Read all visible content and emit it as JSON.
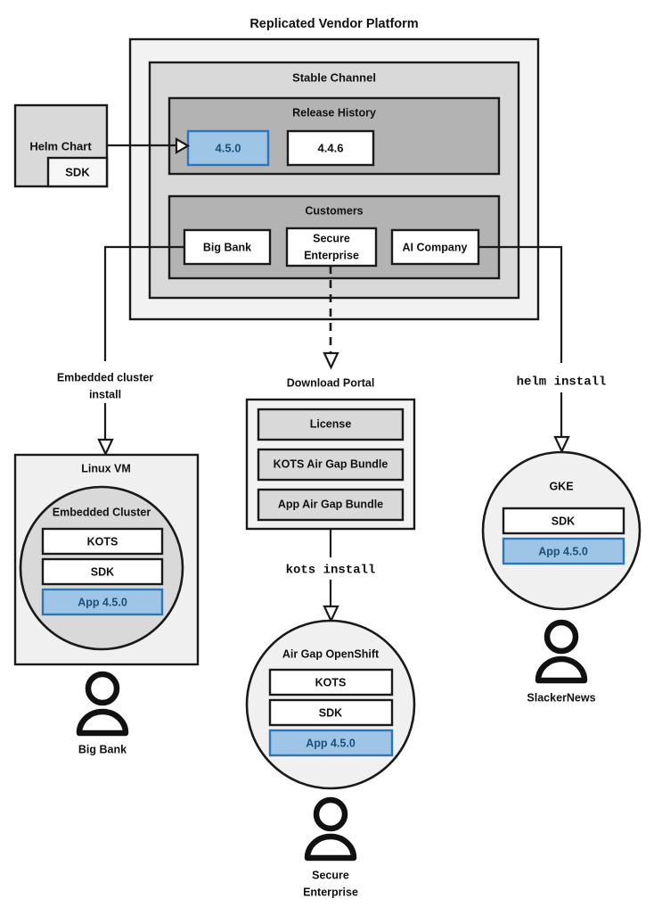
{
  "diagram": {
    "title": "Replicated Vendor Platform",
    "accent_blue_fill": "#9ec5e6",
    "accent_blue_stroke": "#2e75b6",
    "accent_blue_text": "#1b4f7a",
    "panel_level1_fill": "#f2f2f2",
    "panel_level2_fill": "#d9d9d9",
    "panel_level3_fill": "#b3b3b3",
    "stroke": "#1a1a1a"
  },
  "helm_chart": {
    "label": "Helm Chart",
    "sdk_label": "SDK"
  },
  "platform": {
    "stable_channel": {
      "label": "Stable Channel",
      "release_history": {
        "label": "Release History",
        "releases": [
          {
            "version": "4.5.0",
            "highlighted": true
          },
          {
            "version": "4.4.6",
            "highlighted": false
          }
        ]
      },
      "customers": {
        "label": "Customers",
        "items": [
          {
            "name": "Big Bank"
          },
          {
            "name": "Secure Enterprise"
          },
          {
            "name": "AI Company"
          }
        ]
      }
    }
  },
  "flows": {
    "embedded_cluster_install": "Embedded cluster\ninstall",
    "embedded_cluster_install_line1": "Embedded cluster",
    "embedded_cluster_install_line2": "install",
    "kots_install": "kots install",
    "helm_install": "helm install"
  },
  "linux_vm": {
    "label": "Linux VM",
    "cluster_label": "Embedded Cluster",
    "components": [
      {
        "label": "KOTS",
        "highlighted": false
      },
      {
        "label": "SDK",
        "highlighted": false
      },
      {
        "label": "App 4.5.0",
        "highlighted": true
      }
    ],
    "customer": "Big Bank"
  },
  "download_portal": {
    "label": "Download Portal",
    "artifacts": [
      {
        "label": "License"
      },
      {
        "label": "KOTS Air Gap Bundle"
      },
      {
        "label": "App Air Gap Bundle"
      }
    ]
  },
  "airgap_openshift": {
    "label": "Air Gap OpenShift",
    "components": [
      {
        "label": "KOTS",
        "highlighted": false
      },
      {
        "label": "SDK",
        "highlighted": false
      },
      {
        "label": "App 4.5.0",
        "highlighted": true
      }
    ],
    "customer_line1": "Secure",
    "customer_line2": "Enterprise"
  },
  "gke": {
    "label": "GKE",
    "components": [
      {
        "label": "SDK",
        "highlighted": false
      },
      {
        "label": "App 4.5.0",
        "highlighted": true
      }
    ],
    "customer": "SlackerNews"
  }
}
